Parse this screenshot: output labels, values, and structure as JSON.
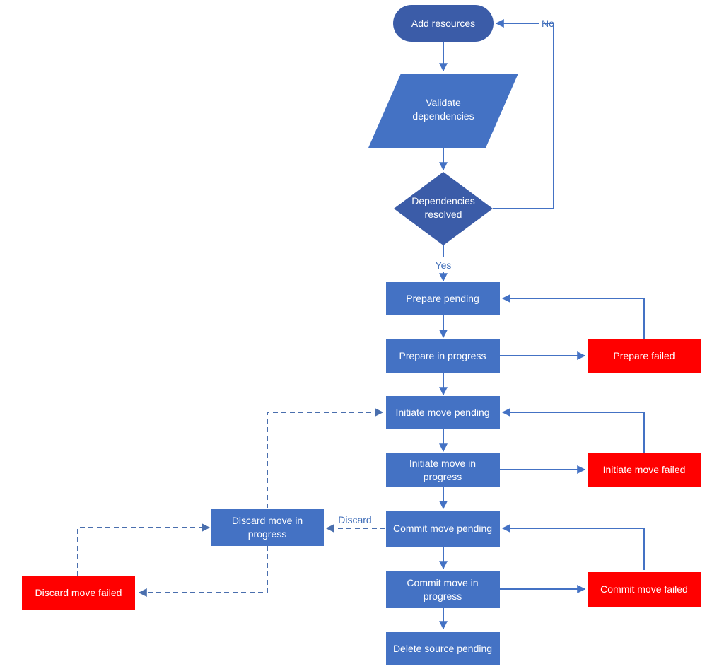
{
  "colors": {
    "node": "#4472C4",
    "node_dark": "#3B5CA8",
    "failed": "#FF0000",
    "edge": "#4472C4",
    "dashed_edge": "#4A6FAE",
    "text": "#ffffff",
    "label": "#3F6DB8"
  },
  "nodes": {
    "add_resources": "Add resources",
    "validate_dependencies": [
      "Validate",
      "dependencies"
    ],
    "dependencies_resolved": [
      "Dependencies",
      "resolved"
    ],
    "prepare_pending": "Prepare pending",
    "prepare_in_progress": "Prepare in progress",
    "prepare_failed": "Prepare failed",
    "initiate_move_pending": "Initiate move pending",
    "initiate_move_in_progress": [
      "Initiate move in",
      "progress"
    ],
    "initiate_move_failed": "Initiate move failed",
    "commit_move_pending": "Commit move pending",
    "commit_move_in_progress": [
      "Commit move in",
      "progress"
    ],
    "commit_move_failed": "Commit move failed",
    "discard_move_in_progress": [
      "Discard move in",
      "progress"
    ],
    "discard_move_failed": "Discard move failed",
    "delete_source_pending": "Delete source pending"
  },
  "edge_labels": {
    "no": "No",
    "yes": "Yes",
    "discard": "Discard"
  }
}
